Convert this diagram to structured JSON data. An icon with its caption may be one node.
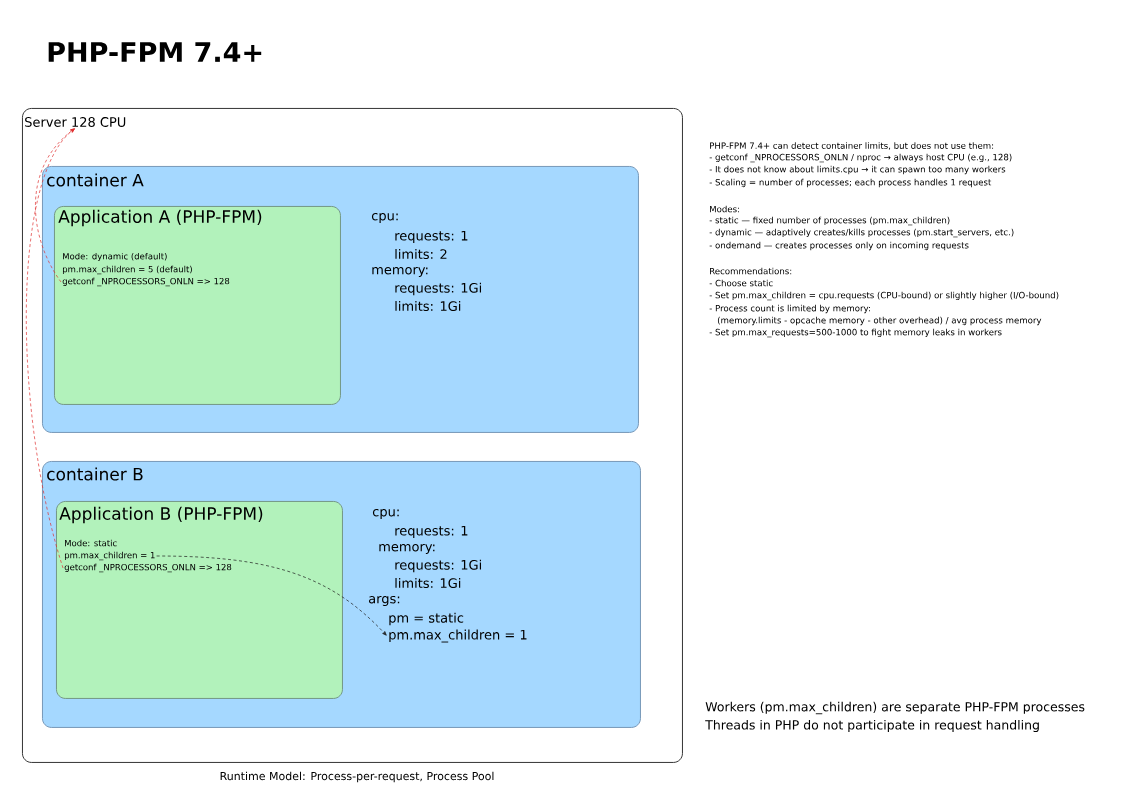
{
  "diagram": {
    "title": "PHP-FPM 7.4+",
    "caption": "Runtime Model: Process-per-request, Process Pool",
    "nodes": [
      {
        "text": [
          "Server 128 CPU"
        ]
      },
      {
        "text": [
          "container A"
        ],
        "in": 0
      },
      {
        "text": [
          "Application A (PHP-FPM)",
          "Mode: dynamic (default)",
          "pm.max_children = 5 (default)"
        ],
        "in": 1
      },
      {
        "text": [
          "getconf _NPROCESSORS_ONLN => 128"
        ],
        "in": 2
      },
      {
        "text": [
          "container B"
        ],
        "in": 0
      },
      {
        "text": [
          "Application B (PHP-FPM)",
          "Mode: static"
        ],
        "in": 4
      },
      {
        "text": [
          "pm.max_children = 1"
        ],
        "in": 5
      },
      {
        "text": [
          "getconf _NPROCESSORS_ONLN => 128"
        ],
        "in": 5
      },
      {
        "text": [
          "pm.max_children = 1"
        ],
        "in": 4
      }
    ],
    "edges": [
      {
        "from": 3,
        "to": 0,
        "arrow": "to",
        "style": "dashed",
        "color": "#e03131"
      },
      {
        "from": 7,
        "to": 0,
        "arrow": "to",
        "style": "dashed",
        "color": "#e03131"
      },
      {
        "from": 6,
        "to": 8,
        "arrow": "to",
        "style": "dashed",
        "color": "#1e1e1e"
      }
    ],
    "labels": [
      "cpu:",
      "requests: 1",
      "limits: 2",
      "memory:",
      "requests: 1Gi",
      "limits: 1Gi",
      "cpu:",
      "requests: 1",
      "memory:",
      "requests: 1Gi",
      "limits: 1Gi",
      "args:",
      "pm = static",
      "PHP-FPM 7.4+ can detect container limits, but does not use them:",
      "- getconf _NPROCESSORS_ONLN / nproc → always host CPU (e.g., 128)",
      "- It does not know about limits.cpu → it can spawn too many workers",
      "- Scaling = number of processes; each process handles 1 request",
      "Modes:",
      "- static — fixed number of processes (pm.max_children)",
      "- dynamic — adaptively creates/kills processes (pm.start_servers, etc.)",
      "- ondemand — creates processes only on incoming requests",
      "Recommendations:",
      "- Choose static",
      "- Set pm.max_children = cpu.requests (CPU-bound) or slightly higher (I/O-bound)",
      "- Process count is limited by memory:",
      "(memory.limits - opcache memory - other overhead) / avg process memory",
      "- Set pm.max_requests=500-1000 to fight memory leaks in workers",
      "Workers (pm.max_children) are separate PHP-FPM processes",
      "Threads in PHP do not participate in request handling"
    ]
  }
}
